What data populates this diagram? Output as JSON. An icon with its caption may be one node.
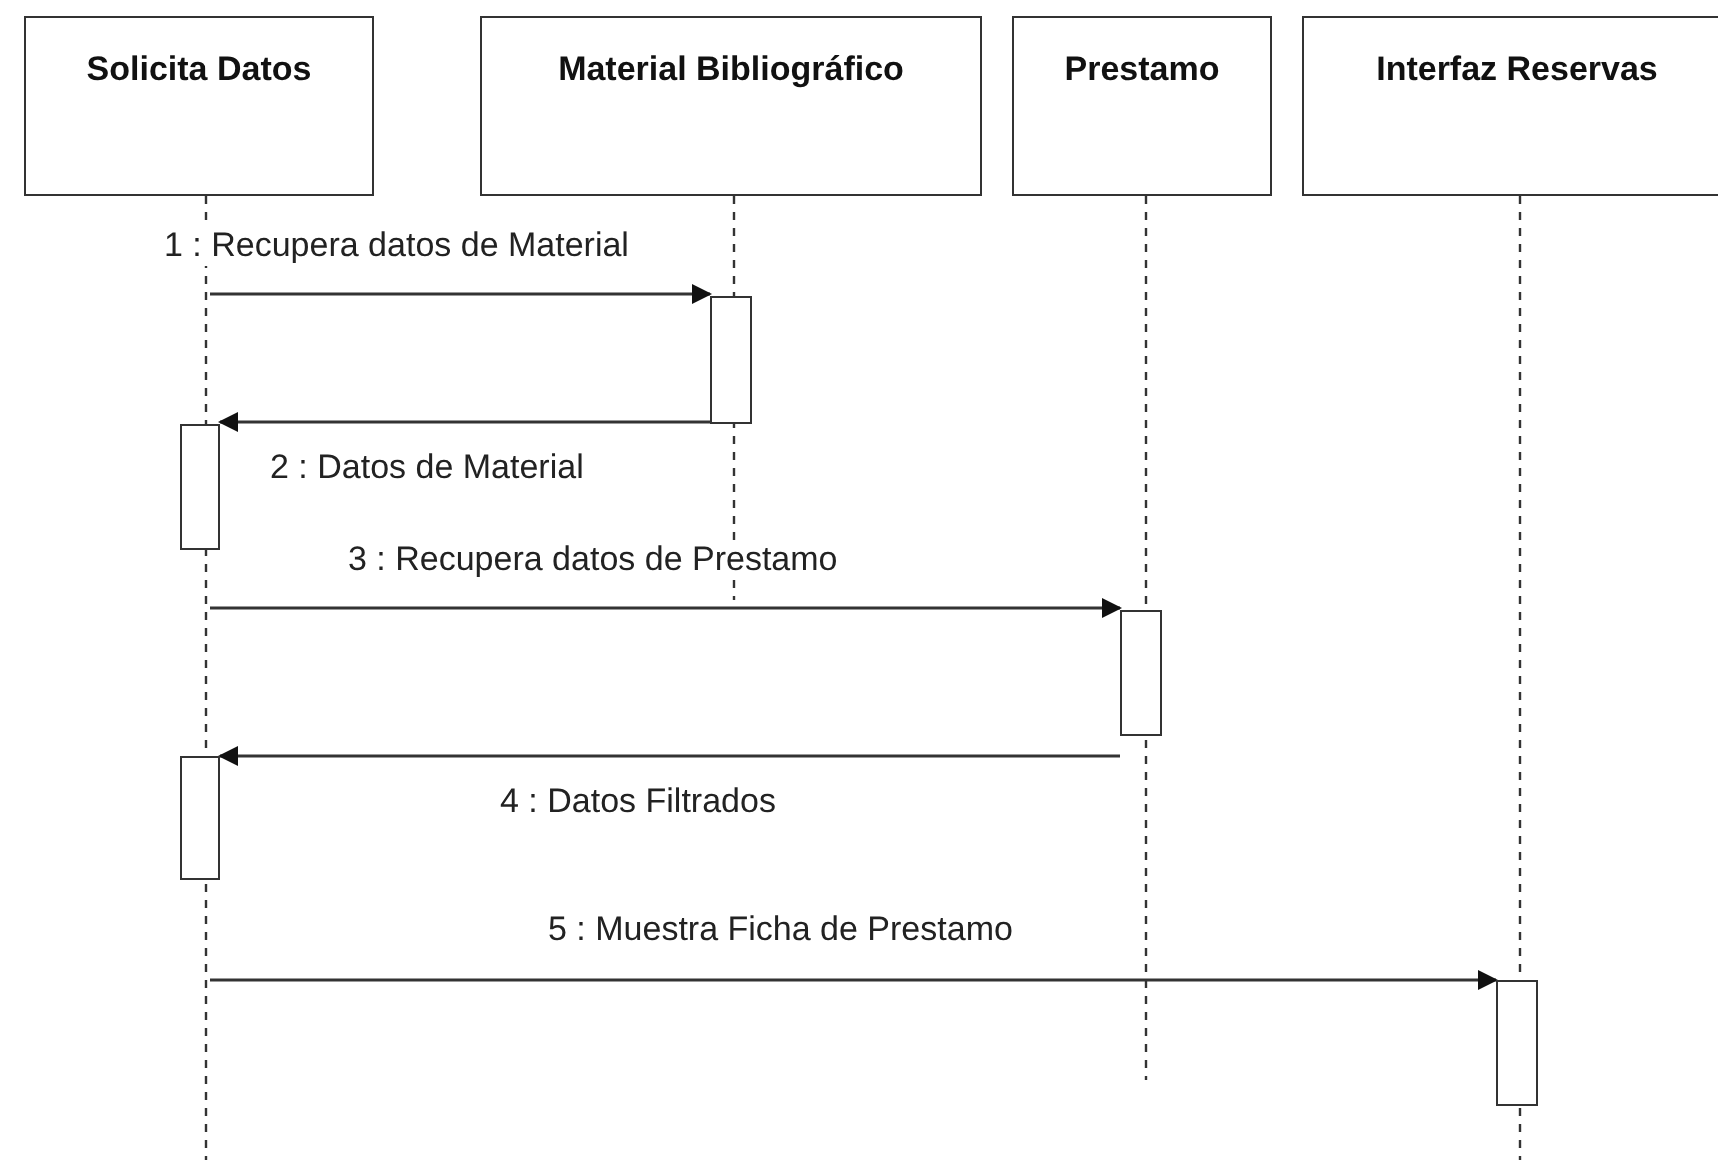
{
  "diagram": {
    "nodes": [
      {
        "text": [
          "Solicita Datos"
        ]
      },
      {
        "text": [
          "Material Bibliográfico"
        ]
      },
      {
        "text": [
          "Prestamo"
        ]
      },
      {
        "text": [
          "Interfaz Reservas"
        ]
      },
      {
        "text": [],
        "shape": "line"
      },
      {
        "text": [],
        "shape": "line"
      },
      {
        "text": [],
        "shape": "line"
      },
      {
        "text": [],
        "shape": "line"
      },
      {
        "text": [],
        "shape": "bar"
      },
      {
        "text": [],
        "shape": "bar"
      },
      {
        "text": [],
        "shape": "bar"
      },
      {
        "text": [],
        "shape": "bar"
      },
      {
        "text": [],
        "shape": "bar"
      }
    ],
    "edges": [
      {
        "from": 4,
        "to": 8,
        "arrow": "to",
        "label": "1 : Recupera datos de Material"
      },
      {
        "from": 8,
        "to": 9,
        "arrow": "to",
        "label": "2 : Datos de Material"
      },
      {
        "from": 4,
        "to": 10,
        "arrow": "to",
        "label": "3 : Recupera datos de Prestamo"
      },
      {
        "from": 10,
        "to": 11,
        "arrow": "to",
        "label": "4 : Datos Filtrados"
      },
      {
        "from": 4,
        "to": 12,
        "arrow": "to",
        "label": "5 : Muestra Ficha de Prestamo"
      }
    ]
  }
}
